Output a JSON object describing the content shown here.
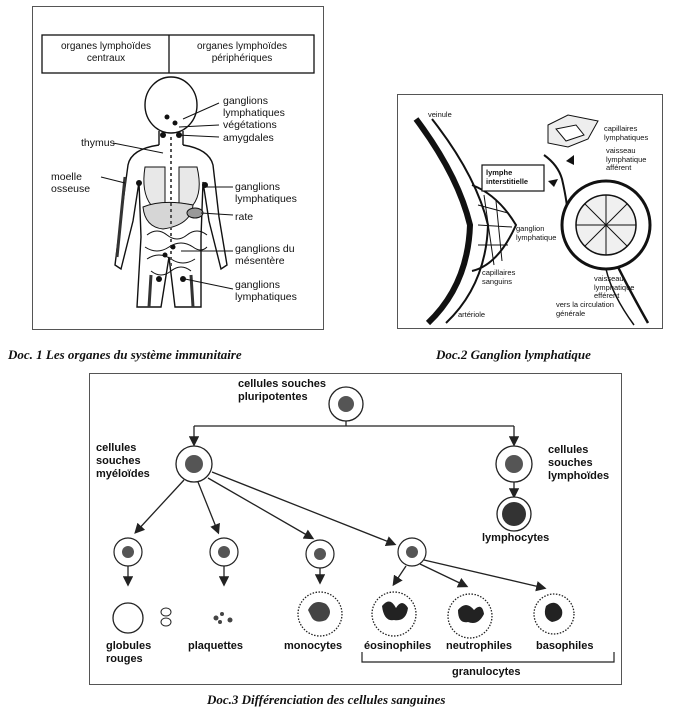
{
  "doc1": {
    "caption": "Doc. 1  Les organes du système immunitaire",
    "header_left": "organes lymphoïdes centraux",
    "header_right": "organes lymphoïdes périphériques",
    "labels": {
      "ganglions_top": "ganglions lymphatiques",
      "vegetations": "végétations",
      "amygdales": "amygdales",
      "thymus": "thymus",
      "moelle": "moelle osseuse",
      "ganglions_mid": "ganglions lymphatiques",
      "rate": "rate",
      "ganglions_mesentere": "ganglions du mésentère",
      "ganglions_bottom": "ganglions lymphatiques"
    }
  },
  "doc2": {
    "caption": "Doc.2    Ganglion lymphatique",
    "labels": {
      "veinule": "veinule",
      "lymphe": "lymphe interstitielle",
      "capillaires_lymph": "capillaires lymphatiques",
      "vaisseau_afferent": "vaisseau lymphatique afférent",
      "ganglion": "ganglion lymphatique",
      "capillaires_sanguins": "capillaires sanguins",
      "vaisseau_efferent": "vaisseau lymphatique efférent",
      "circulation": "vers la circulation générale",
      "arteriole": "artériole"
    }
  },
  "doc3": {
    "caption": "Doc.3    Différenciation des cellules sanguines",
    "labels": {
      "pluripotentes": "cellules souches pluripotentes",
      "myeloides": "cellules souches myéloïdes",
      "lymphoides": "cellules souches lymphoïdes",
      "lymphocytes": "lymphocytes",
      "globules": "globules rouges",
      "plaquettes": "plaquettes",
      "monocytes": "monocytes",
      "eosinophiles": "éosinophiles",
      "neutrophiles": "neutrophiles",
      "basophiles": "basophiles",
      "granulocytes": "granulocytes"
    }
  }
}
